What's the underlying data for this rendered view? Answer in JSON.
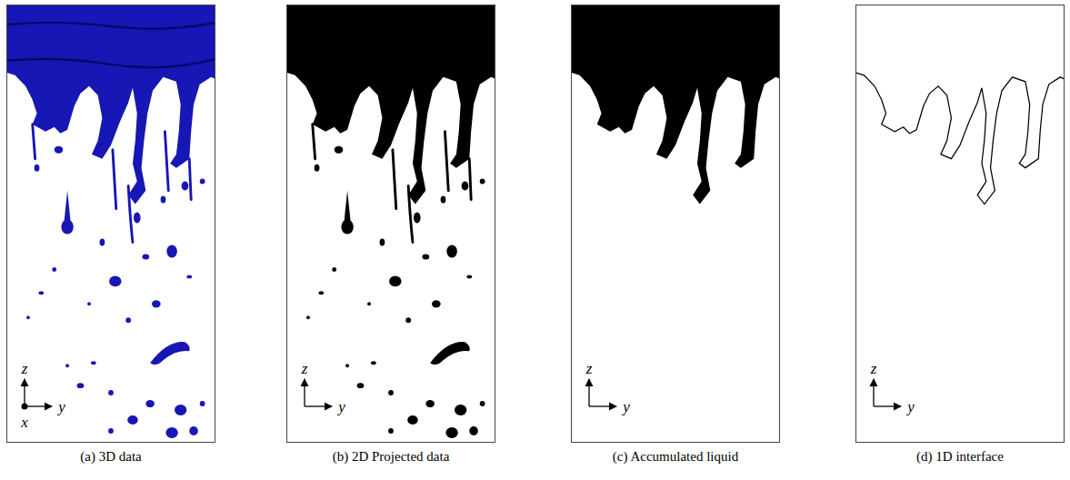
{
  "diagram": {
    "nodes": [
      {
        "text": [
          "(a) 3D data"
        ]
      },
      {
        "text": [
          "(b) 2D Projected data"
        ]
      },
      {
        "text": [
          "(c) Accumulated liquid"
        ]
      },
      {
        "text": [
          "(d) 1D interface"
        ]
      }
    ],
    "labels": [
      "z",
      "y",
      "x",
      "z",
      "y",
      "z",
      "y",
      "z",
      "y"
    ]
  }
}
